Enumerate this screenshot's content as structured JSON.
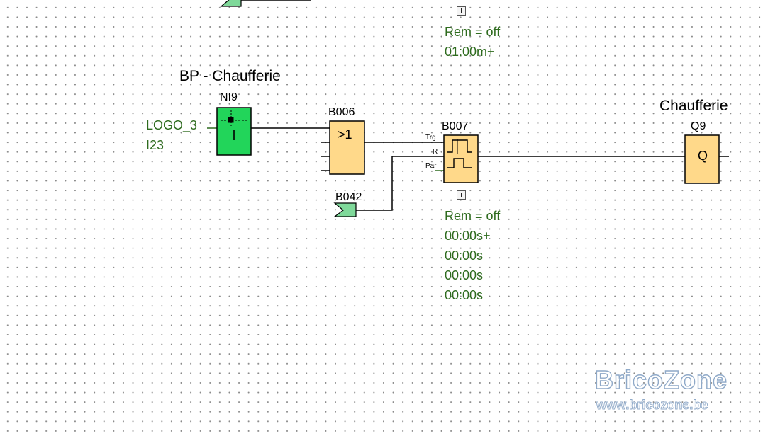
{
  "diagram": {
    "top_params": [
      "Rem = off",
      "01:00m+"
    ],
    "input_label": "BP - Chaufferie",
    "input_source": [
      "LOGO_3",
      "I23"
    ],
    "blocks": {
      "ni9": "NI9",
      "b006": "B006",
      "b006_symbol": ">1",
      "b007": "B007",
      "b042": "B042",
      "q9": "Q9",
      "q9_symbol": "Q"
    },
    "b007_pins": [
      "Trg",
      "R",
      "Par"
    ],
    "b007_params": [
      "Rem = off",
      "00:00s+",
      "00:00s",
      "00:00s",
      "00:00s"
    ],
    "output_label": "Chaufferie"
  },
  "watermark": {
    "title": "BricoZone",
    "url": "www.bricozone.be"
  },
  "colors": {
    "function_block": "#ffd98a",
    "network_input": "#22d55a",
    "param_text": "#2e6b1e",
    "wire": "#000000"
  }
}
